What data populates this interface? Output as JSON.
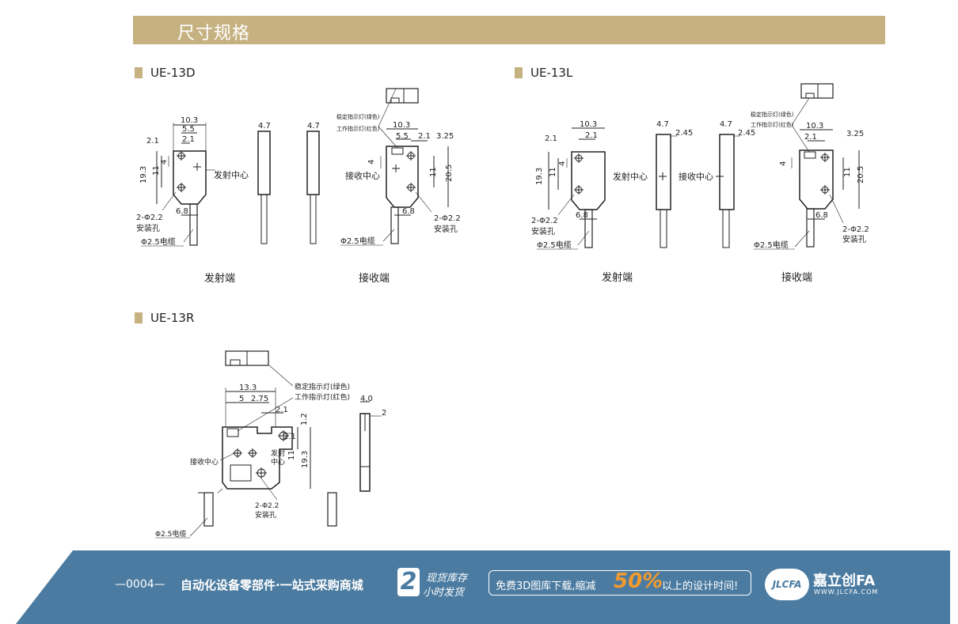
{
  "header": {
    "title": "尺寸规格"
  },
  "sections": [
    {
      "title": "UE-13D"
    },
    {
      "title": "UE-13L"
    },
    {
      "title": "UE-13R"
    }
  ],
  "ue13d": {
    "dims": {
      "w": "10.3",
      "a": "5.5",
      "b": "2.1",
      "c": "2.1",
      "h": "19.3",
      "h2": "11",
      "v4": "4",
      "base": "6.8",
      "t1": "4.7",
      "t2": "4.7",
      "r1": "10.3",
      "r2": "5.5",
      "r3": "2.1",
      "r4": "3.25",
      "r5": "11",
      "r6": "20.5",
      "r7": "4",
      "r8": "6.8"
    },
    "labels": {
      "emit_center": "发射中心",
      "holes": "2-Φ2.2",
      "mount": "安装孔",
      "cable": "Φ2.5电缆",
      "led_stable": "稳定指示灯(绿色)",
      "led_work": "工作指示灯(红色)",
      "recv_center": "接收中心",
      "holes_r": "2-Φ2.2",
      "mount_r": "安装孔",
      "cable_r": "Φ2.5电缆"
    },
    "captions": {
      "emitter": "发射端",
      "receiver": "接收端"
    }
  },
  "ue13l": {
    "dims": {
      "w": "10.3",
      "a": "2.1",
      "b": "2.1",
      "h": "19.3",
      "h2": "11",
      "v4": "4",
      "base": "6.8",
      "t1": "4.7",
      "t1b": "2.45",
      "t2": "4.7",
      "t2b": "2.45",
      "r1": "10.3",
      "r2": "2.1",
      "r3": "3.25",
      "r4": "11",
      "r5": "20.5",
      "r6": "4",
      "r7": "6.8"
    },
    "labels": {
      "holes": "2-Φ2.2",
      "mount": "安装孔",
      "cable": "Φ2.5电缆",
      "emit_center": "发射中心",
      "recv_center": "接收中心",
      "led_stable": "稳定指示灯(绿色)",
      "led_work": "工作指示灯(红色)",
      "holes_r": "2-Φ2.2",
      "mount_r": "安装孔",
      "cable_r": "Φ2.5电缆"
    },
    "captions": {
      "emitter": "发射端",
      "receiver": "接收端"
    }
  },
  "ue13r": {
    "dims": {
      "w": "13.3",
      "a": "5",
      "b": "2.75",
      "c": "2.1",
      "d": "2.1",
      "h": "19.3",
      "h2": "11",
      "e": "1.2",
      "t": "4.0",
      "t2": "2"
    },
    "labels": {
      "led_stable": "稳定指示灯(绿色)",
      "led_work": "工作指示灯(红色)",
      "recv_center": "接收中心",
      "emit_center1": "发射",
      "emit_center2": "中心",
      "holes": "2-Φ2.2",
      "mount": "安装孔",
      "cable": "Φ2.5电缆"
    }
  },
  "footer": {
    "page": "—0004—",
    "slogan": "自动化设备零部件·一站式采购商城",
    "badge_num": "2",
    "badge_line1": "现货库存",
    "badge_line2": "小时发货",
    "promo_pre": "免费3D图库下载,缩减",
    "promo_pct": "50%",
    "promo_post": "以上的设计时间!",
    "brand_logo": "JLCFA",
    "brand_name": "嘉立创FA",
    "brand_url": "WWW.JLCFA.COM",
    "bg_color": "#4b7ba0"
  }
}
